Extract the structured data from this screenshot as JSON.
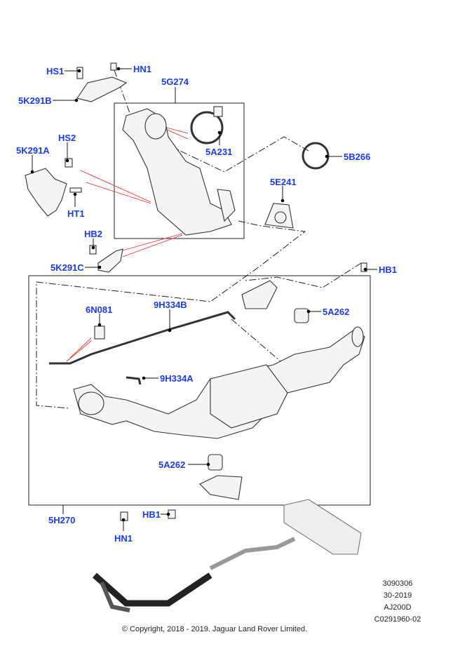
{
  "diagram": {
    "labels": {
      "hs1": "HS1",
      "hn1_top": "HN1",
      "g5_274": "5G274",
      "k5_291b": "5K291B",
      "hs2": "HS2",
      "k5_291a": "5K291A",
      "a5_231": "5A231",
      "b5_266": "5B266",
      "e5_241": "5E241",
      "ht1": "HT1",
      "hb2": "HB2",
      "k5_291c": "5K291C",
      "hb1_right": "HB1",
      "n6_081": "6N081",
      "h9_334b": "9H334B",
      "a5_262_right": "5A262",
      "h9_334a": "9H334A",
      "a5_262_lower": "5A262",
      "h5_270": "5H270",
      "hb1_lower": "HB1",
      "hn1_bottom": "HN1"
    },
    "info_block": [
      "3090306",
      "30-2019",
      "AJ200D",
      "C0291960-02"
    ],
    "copyright": "© Copyright, 2018 - 2019. Jaguar Land Rover Limited.",
    "colors": {
      "label": "#1a3cf0",
      "callout_lines": "#ee3333"
    }
  }
}
